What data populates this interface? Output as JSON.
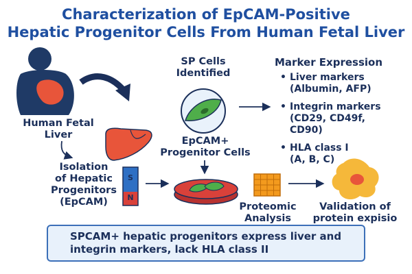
{
  "title": {
    "line1": "Characterization of EpCAM-Positive",
    "line2": "Hepatic Progenitor Cells From Human Fetal Liver"
  },
  "labels": {
    "human_fetal_liver": [
      "Human Fetal",
      "Liver"
    ],
    "isolation": [
      "Isolation",
      "of Hepatic",
      "Progenitors",
      "(EpCAM)"
    ],
    "sp_cells": [
      "SP Cells",
      "Identified"
    ],
    "epcam_progenitor": [
      "EpCAM+",
      "Progenitor Cells"
    ],
    "marker_heading": "Marker Expression",
    "proteomic": [
      "Proteomic",
      "Analysis"
    ],
    "validation": [
      "Validation of",
      "protein expisio"
    ]
  },
  "magnet": {
    "top": "S",
    "bottom": "N"
  },
  "markers": [
    {
      "line1": "Liver markers",
      "line2": "(Albumin, AFP)"
    },
    {
      "line1": "Integrin markers",
      "line2": "(CD29, CD49f,",
      "line3": "CD90)"
    },
    {
      "line1": "HLA class I",
      "line2": "(A, B, C)"
    }
  ],
  "conclusion": {
    "line1": "SPCAM+ hepatic progenitors express liver and",
    "line2": "integrin markers, lack HLA class II"
  },
  "colors": {
    "title": "#1f4fa0",
    "text": "#1b2f5a",
    "liver": "#e8553a",
    "skin": "#1f3a66",
    "cell_green": "#4fae4a",
    "dish_red": "#d9413a",
    "grid_orange": "#f39a1e",
    "validation_cell": "#f5b83a",
    "box_fill": "#e8f1fb",
    "box_border": "#3b6fb8"
  }
}
